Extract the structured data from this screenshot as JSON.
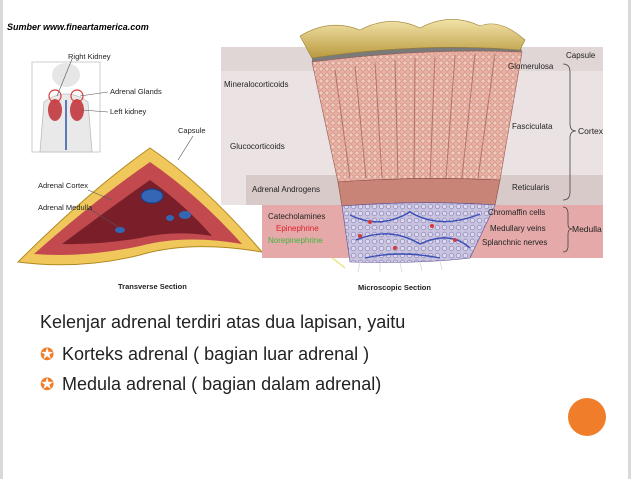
{
  "source": "Sumber www.fineartamerica.com",
  "figure": {
    "body_labels": {
      "right_kidney": "Right Kidney",
      "adrenal_glands": "Adrenal Glands",
      "left_kidney": "Left kidney"
    },
    "transverse": {
      "capsule": "Capsule",
      "cortex": "Adrenal Cortex",
      "medulla": "Adrenal Medulla",
      "caption": "Transverse Section"
    },
    "microscopic": {
      "capsule": "Capsule",
      "glomerulosa": "Glomerulosa",
      "fasciculata": "Fasciculata",
      "reticularis": "Reticularis",
      "chromaffin": "Chromaffin cells",
      "medullary_veins": "Medullary veins",
      "splanchnic": "Splanchnic nerves",
      "cortex": "Cortex",
      "medulla": "Medulla",
      "mineralocorticoids": "Mineralocorticoids",
      "glucocorticoids": "Glucocorticoids",
      "androgens": "Adrenal Androgens",
      "catecholamines": "Catecholamines",
      "epinephrine": "Epinephrine",
      "norepinephrine": "Norepinephrine",
      "caption": "Microscopic Section"
    }
  },
  "content": {
    "intro": "Kelenjar adrenal terdiri atas dua lapisan, yaitu",
    "bullets": [
      "Korteks adrenal ( bagian luar adrenal )",
      "Medula adrenal ( bagian dalam adrenal)"
    ]
  },
  "colors": {
    "accent": "#f07d2a",
    "epinephrine": "#e0202a",
    "norepinephrine": "#3db83d"
  }
}
